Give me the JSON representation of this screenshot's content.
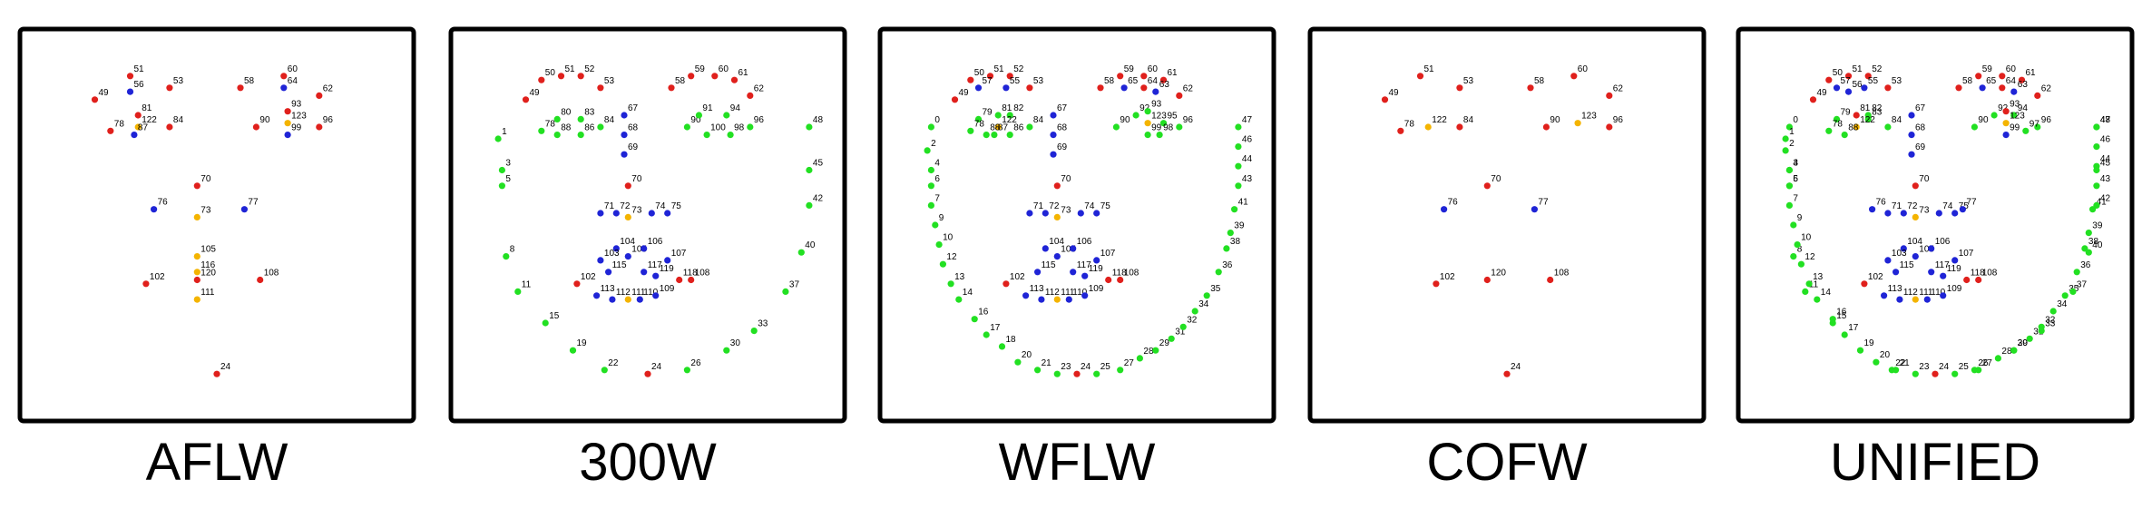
{
  "colors": {
    "red": "#e0201c",
    "blue": "#1f24d6",
    "yellow": "#f4b400",
    "green": "#22e022",
    "frame": "#000000"
  },
  "panels": [
    {
      "caption": "AFLW",
      "points": [
        [
          "51",
          "r"
        ],
        [
          "56",
          "b"
        ],
        [
          "49",
          "r"
        ],
        [
          "53",
          "r"
        ],
        [
          "81",
          "r"
        ],
        [
          "122",
          "y"
        ],
        [
          "78",
          "r"
        ],
        [
          "87",
          "b"
        ],
        [
          "84",
          "r"
        ],
        [
          "60",
          "r"
        ],
        [
          "64",
          "b"
        ],
        [
          "58",
          "r"
        ],
        [
          "62",
          "r"
        ],
        [
          "93",
          "r"
        ],
        [
          "123",
          "y"
        ],
        [
          "90",
          "r"
        ],
        [
          "99",
          "b"
        ],
        [
          "96",
          "r"
        ],
        [
          "70",
          "r"
        ],
        [
          "76",
          "b"
        ],
        [
          "73",
          "y"
        ],
        [
          "77",
          "b"
        ],
        [
          "105",
          "y"
        ],
        [
          "116",
          "y"
        ],
        [
          "120",
          "r"
        ],
        [
          "111",
          "y"
        ],
        [
          "102",
          "r"
        ],
        [
          "108",
          "r"
        ],
        [
          "24",
          "r"
        ]
      ]
    },
    {
      "caption": "300W",
      "points": [
        [
          "50",
          "r"
        ],
        [
          "51",
          "r"
        ],
        [
          "52",
          "r"
        ],
        [
          "49",
          "r"
        ],
        [
          "53",
          "r"
        ],
        [
          "59",
          "r"
        ],
        [
          "60",
          "r"
        ],
        [
          "61",
          "r"
        ],
        [
          "58",
          "r"
        ],
        [
          "62",
          "r"
        ],
        [
          "78",
          "g"
        ],
        [
          "80",
          "g"
        ],
        [
          "83",
          "g"
        ],
        [
          "88",
          "g"
        ],
        [
          "86",
          "g"
        ],
        [
          "84",
          "g"
        ],
        [
          "90",
          "g"
        ],
        [
          "91",
          "g"
        ],
        [
          "94",
          "g"
        ],
        [
          "100",
          "g"
        ],
        [
          "98",
          "g"
        ],
        [
          "96",
          "g"
        ],
        [
          "67",
          "b"
        ],
        [
          "68",
          "b"
        ],
        [
          "69",
          "b"
        ],
        [
          "70",
          "r"
        ],
        [
          "71",
          "b"
        ],
        [
          "72",
          "b"
        ],
        [
          "73",
          "y"
        ],
        [
          "74",
          "b"
        ],
        [
          "75",
          "b"
        ],
        [
          "104",
          "b"
        ],
        [
          "105",
          "b"
        ],
        [
          "106",
          "b"
        ],
        [
          "103",
          "b"
        ],
        [
          "107",
          "b"
        ],
        [
          "115",
          "b"
        ],
        [
          "117",
          "b"
        ],
        [
          "119",
          "b"
        ],
        [
          "118",
          "r"
        ],
        [
          "102",
          "r"
        ],
        [
          "108",
          "r"
        ],
        [
          "113",
          "b"
        ],
        [
          "112",
          "b"
        ],
        [
          "111",
          "y"
        ],
        [
          "110",
          "b"
        ],
        [
          "109",
          "b"
        ],
        [
          "1",
          "g"
        ],
        [
          "3",
          "g"
        ],
        [
          "5",
          "g"
        ],
        [
          "8",
          "g"
        ],
        [
          "11",
          "g"
        ],
        [
          "15",
          "g"
        ],
        [
          "19",
          "g"
        ],
        [
          "22",
          "g"
        ],
        [
          "24",
          "r"
        ],
        [
          "26",
          "g"
        ],
        [
          "30",
          "g"
        ],
        [
          "33",
          "g"
        ],
        [
          "37",
          "g"
        ],
        [
          "40",
          "g"
        ],
        [
          "42",
          "g"
        ],
        [
          "45",
          "g"
        ],
        [
          "48",
          "g"
        ]
      ]
    },
    {
      "caption": "WFLW",
      "points": [
        [
          "50",
          "r"
        ],
        [
          "51",
          "r"
        ],
        [
          "52",
          "r"
        ],
        [
          "57",
          "b"
        ],
        [
          "49",
          "r"
        ],
        [
          "55",
          "b"
        ],
        [
          "53",
          "r"
        ],
        [
          "59",
          "r"
        ],
        [
          "60",
          "r"
        ],
        [
          "61",
          "r"
        ],
        [
          "58",
          "r"
        ],
        [
          "65",
          "b"
        ],
        [
          "64",
          "r"
        ],
        [
          "63",
          "b"
        ],
        [
          "62",
          "r"
        ],
        [
          "79",
          "g"
        ],
        [
          "81",
          "g"
        ],
        [
          "82",
          "g"
        ],
        [
          "122",
          "y"
        ],
        [
          "78",
          "g"
        ],
        [
          "84",
          "g"
        ],
        [
          "87",
          "g"
        ],
        [
          "86",
          "g"
        ],
        [
          "88",
          "g"
        ],
        [
          "92",
          "g"
        ],
        [
          "93",
          "g"
        ],
        [
          "95",
          "g"
        ],
        [
          "123",
          "y"
        ],
        [
          "90",
          "g"
        ],
        [
          "96",
          "g"
        ],
        [
          "99",
          "g"
        ],
        [
          "98",
          "g"
        ],
        [
          "67",
          "b"
        ],
        [
          "68",
          "b"
        ],
        [
          "69",
          "b"
        ],
        [
          "70",
          "r"
        ],
        [
          "71",
          "b"
        ],
        [
          "72",
          "b"
        ],
        [
          "73",
          "y"
        ],
        [
          "74",
          "b"
        ],
        [
          "75",
          "b"
        ],
        [
          "104",
          "b"
        ],
        [
          "105",
          "b"
        ],
        [
          "106",
          "b"
        ],
        [
          "107",
          "b"
        ],
        [
          "115",
          "b"
        ],
        [
          "117",
          "b"
        ],
        [
          "119",
          "b"
        ],
        [
          "118",
          "r"
        ],
        [
          "102",
          "r"
        ],
        [
          "108",
          "r"
        ],
        [
          "113",
          "b"
        ],
        [
          "112",
          "b"
        ],
        [
          "111",
          "y"
        ],
        [
          "110",
          "b"
        ],
        [
          "109",
          "b"
        ],
        [
          "0",
          "g"
        ],
        [
          "2",
          "g"
        ],
        [
          "4",
          "g"
        ],
        [
          "6",
          "g"
        ],
        [
          "7",
          "g"
        ],
        [
          "9",
          "g"
        ],
        [
          "10",
          "g"
        ],
        [
          "12",
          "g"
        ],
        [
          "13",
          "g"
        ],
        [
          "14",
          "g"
        ],
        [
          "16",
          "g"
        ],
        [
          "17",
          "g"
        ],
        [
          "18",
          "g"
        ],
        [
          "20",
          "g"
        ],
        [
          "21",
          "g"
        ],
        [
          "23",
          "g"
        ],
        [
          "24",
          "r"
        ],
        [
          "25",
          "g"
        ],
        [
          "27",
          "g"
        ],
        [
          "28",
          "g"
        ],
        [
          "29",
          "g"
        ],
        [
          "31",
          "g"
        ],
        [
          "32",
          "g"
        ],
        [
          "34",
          "g"
        ],
        [
          "35",
          "g"
        ],
        [
          "36",
          "g"
        ],
        [
          "38",
          "g"
        ],
        [
          "39",
          "g"
        ],
        [
          "41",
          "g"
        ],
        [
          "43",
          "g"
        ],
        [
          "44",
          "g"
        ],
        [
          "46",
          "g"
        ],
        [
          "47",
          "g"
        ]
      ]
    },
    {
      "caption": "COFW",
      "points": [
        [
          "51",
          "r"
        ],
        [
          "49",
          "r"
        ],
        [
          "53",
          "r"
        ],
        [
          "58",
          "r"
        ],
        [
          "60",
          "r"
        ],
        [
          "62",
          "r"
        ],
        [
          "78",
          "r"
        ],
        [
          "122",
          "y"
        ],
        [
          "84",
          "r"
        ],
        [
          "90",
          "r"
        ],
        [
          "123",
          "y"
        ],
        [
          "96",
          "r"
        ],
        [
          "70",
          "r"
        ],
        [
          "76",
          "b"
        ],
        [
          "77",
          "b"
        ],
        [
          "102",
          "r"
        ],
        [
          "120",
          "r"
        ],
        [
          "108",
          "r"
        ],
        [
          "24",
          "r"
        ]
      ]
    },
    {
      "caption": "UNIFIED",
      "points": [
        [
          "50",
          "r"
        ],
        [
          "51",
          "r"
        ],
        [
          "52",
          "r"
        ],
        [
          "57",
          "b"
        ],
        [
          "49",
          "r"
        ],
        [
          "56",
          "b"
        ],
        [
          "55",
          "b"
        ],
        [
          "53",
          "r"
        ],
        [
          "59",
          "r"
        ],
        [
          "60",
          "r"
        ],
        [
          "61",
          "r"
        ],
        [
          "58",
          "r"
        ],
        [
          "65",
          "b"
        ],
        [
          "64",
          "r"
        ],
        [
          "63",
          "b"
        ],
        [
          "62",
          "r"
        ],
        [
          "79",
          "g"
        ],
        [
          "81",
          "r"
        ],
        [
          "82",
          "g"
        ],
        [
          "83",
          "g"
        ],
        [
          "122",
          "y"
        ],
        [
          "78",
          "g"
        ],
        [
          "84",
          "g"
        ],
        [
          "88",
          "g"
        ],
        [
          "92",
          "g"
        ],
        [
          "93",
          "r"
        ],
        [
          "94",
          "g"
        ],
        [
          "123",
          "y"
        ],
        [
          "90",
          "g"
        ],
        [
          "96",
          "g"
        ],
        [
          "99",
          "b"
        ],
        [
          "97",
          "g"
        ],
        [
          "67",
          "b"
        ],
        [
          "68",
          "b"
        ],
        [
          "69",
          "b"
        ],
        [
          "70",
          "r"
        ],
        [
          "76",
          "b"
        ],
        [
          "71",
          "b"
        ],
        [
          "72",
          "b"
        ],
        [
          "73",
          "y"
        ],
        [
          "74",
          "b"
        ],
        [
          "75",
          "b"
        ],
        [
          "77",
          "b"
        ],
        [
          "104",
          "b"
        ],
        [
          "105",
          "b"
        ],
        [
          "106",
          "b"
        ],
        [
          "103",
          "b"
        ],
        [
          "107",
          "b"
        ],
        [
          "115",
          "b"
        ],
        [
          "117",
          "b"
        ],
        [
          "119",
          "b"
        ],
        [
          "118",
          "r"
        ],
        [
          "102",
          "r"
        ],
        [
          "108",
          "r"
        ],
        [
          "113",
          "b"
        ],
        [
          "112",
          "b"
        ],
        [
          "111",
          "y"
        ],
        [
          "110",
          "b"
        ],
        [
          "109",
          "b"
        ],
        [
          "0",
          "g"
        ],
        [
          "1",
          "g"
        ],
        [
          "2",
          "g"
        ],
        [
          "3",
          "g"
        ],
        [
          "4",
          "g"
        ],
        [
          "5",
          "g"
        ],
        [
          "6",
          "g"
        ],
        [
          "7",
          "g"
        ],
        [
          "8",
          "g"
        ],
        [
          "9",
          "g"
        ],
        [
          "10",
          "g"
        ],
        [
          "11",
          "g"
        ],
        [
          "12",
          "g"
        ],
        [
          "13",
          "g"
        ],
        [
          "14",
          "g"
        ],
        [
          "15",
          "g"
        ],
        [
          "16",
          "g"
        ],
        [
          "17",
          "g"
        ],
        [
          "19",
          "g"
        ],
        [
          "20",
          "g"
        ],
        [
          "21",
          "g"
        ],
        [
          "22",
          "g"
        ],
        [
          "23",
          "g"
        ],
        [
          "24",
          "r"
        ],
        [
          "25",
          "g"
        ],
        [
          "26",
          "g"
        ],
        [
          "27",
          "g"
        ],
        [
          "28",
          "g"
        ],
        [
          "29",
          "g"
        ],
        [
          "30",
          "g"
        ],
        [
          "31",
          "g"
        ],
        [
          "32",
          "g"
        ],
        [
          "33",
          "g"
        ],
        [
          "34",
          "g"
        ],
        [
          "35",
          "g"
        ],
        [
          "36",
          "g"
        ],
        [
          "37",
          "g"
        ],
        [
          "38",
          "g"
        ],
        [
          "39",
          "g"
        ],
        [
          "40",
          "g"
        ],
        [
          "41",
          "g"
        ],
        [
          "42",
          "g"
        ],
        [
          "43",
          "g"
        ],
        [
          "44",
          "g"
        ],
        [
          "45",
          "g"
        ],
        [
          "46",
          "g"
        ],
        [
          "47",
          "g"
        ],
        [
          "48",
          "g"
        ]
      ]
    }
  ]
}
